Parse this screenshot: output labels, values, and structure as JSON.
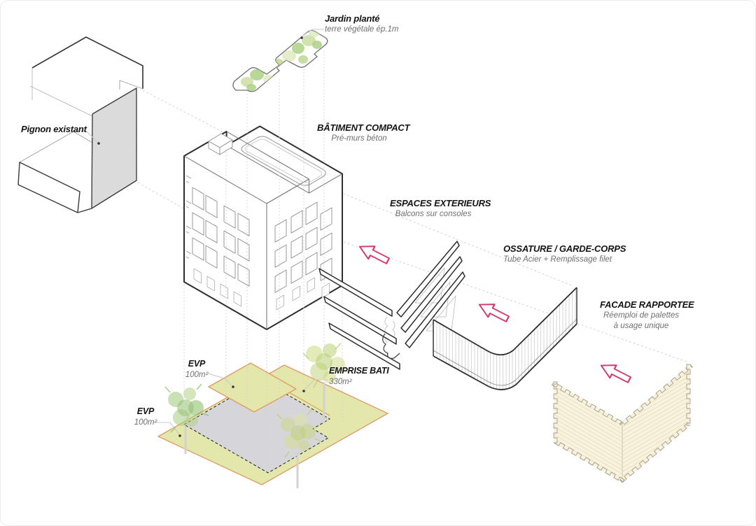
{
  "figure": {
    "kind": "exploded-axonometric-architecture-diagram",
    "labels": {
      "jardin": {
        "title": "Jardin planté",
        "subtitle": "terre végétale ép.1m"
      },
      "pignon": {
        "title": "Pignon existant"
      },
      "batiment": {
        "title": "BÂTIMENT COMPACT",
        "subtitle": "Pré-murs béton"
      },
      "espaces": {
        "title": "ESPACES EXTERIEURS",
        "subtitle": "Balcons sur consoles"
      },
      "ossature": {
        "title": "OSSATURE / GARDE-CORPS",
        "subtitle": "Tube Acier + Remplissage filet"
      },
      "facade": {
        "title": "FACADE RAPPORTEE",
        "subtitle1": "Réemploi de palettes",
        "subtitle2": "à usage unique"
      },
      "evp_nord": {
        "title": "EVP",
        "value": "100m²"
      },
      "evp_ouest": {
        "title": "EVP",
        "value": "100m²"
      },
      "emprise": {
        "title": "EMPRISE BATI",
        "value": "330m²"
      }
    },
    "colors": {
      "arrow_pink": "#d43a6e",
      "evp_fill": "#e4e7ab",
      "evp_border": "#dd9a62",
      "emprise_fill": "#d6d6da",
      "gable_fill": "#dbdbdb",
      "facade_fill": "#f8f2de",
      "garden_greens": [
        "#a8ce7d",
        "#c8dc9b",
        "#dde8bd"
      ],
      "line_dark": "#2e2e2e"
    },
    "icons": {
      "arrow": "explode-direction-arrow"
    }
  }
}
